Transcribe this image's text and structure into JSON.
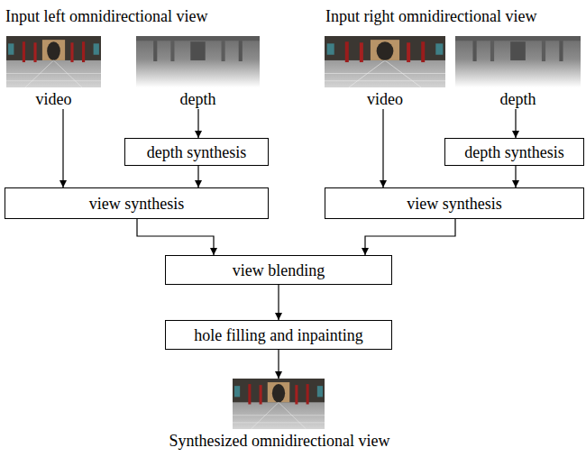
{
  "diagram": {
    "nodes": [
      {
        "text": [
          "video"
        ]
      },
      {
        "text": [
          "depth"
        ]
      },
      {
        "text": [
          "depth synthesis"
        ]
      },
      {
        "text": [
          "view synthesis"
        ]
      },
      {
        "text": [
          "video"
        ]
      },
      {
        "text": [
          "depth"
        ]
      },
      {
        "text": [
          "depth synthesis"
        ]
      },
      {
        "text": [
          "view synthesis"
        ]
      },
      {
        "text": [
          "view blending"
        ]
      },
      {
        "text": [
          "hole filling and inpainting"
        ]
      },
      {
        "text": [
          "Synthesized omnidirectional view"
        ]
      }
    ],
    "edges": [
      {
        "from": 0,
        "to": 3,
        "arrow": "to"
      },
      {
        "from": 1,
        "to": 2,
        "arrow": "to"
      },
      {
        "from": 2,
        "to": 3,
        "arrow": "to"
      },
      {
        "from": 4,
        "to": 7,
        "arrow": "to"
      },
      {
        "from": 5,
        "to": 6,
        "arrow": "to"
      },
      {
        "from": 6,
        "to": 7,
        "arrow": "to"
      },
      {
        "from": 3,
        "to": 8,
        "arrow": "to"
      },
      {
        "from": 7,
        "to": 8,
        "arrow": "to"
      },
      {
        "from": 8,
        "to": 9,
        "arrow": "to"
      },
      {
        "from": 9,
        "to": 10,
        "arrow": "to"
      }
    ],
    "labels": [
      "Input left omnidirectional view",
      "Input right omnidirectional view"
    ]
  }
}
